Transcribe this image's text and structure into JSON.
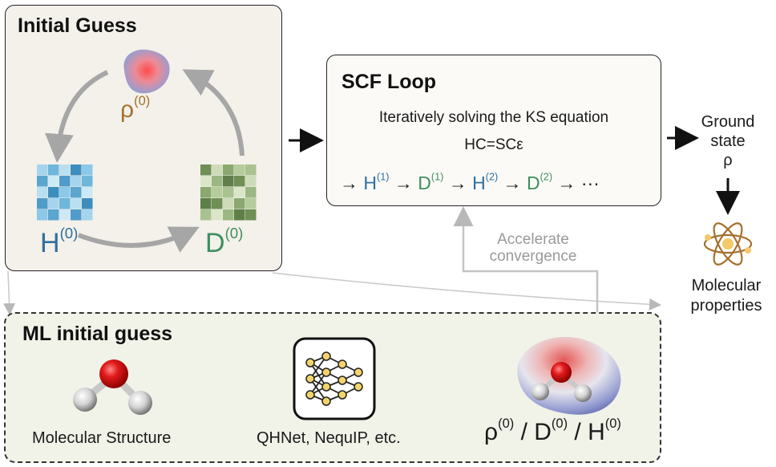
{
  "initial_guess": {
    "title": "Initial Guess",
    "rho_label": "ρ",
    "rho_sup": "(0)",
    "h_label": "H",
    "h_sup": "(0)",
    "d_label": "D",
    "d_sup": "(0)"
  },
  "scf": {
    "title": "SCF Loop",
    "description": "Iteratively solving the KS equation",
    "equation": "HC=SCε",
    "sequence": [
      {
        "base": "H",
        "sup": "(1)"
      },
      {
        "base": "D",
        "sup": "(1)"
      },
      {
        "base": "H",
        "sup": "(2)"
      },
      {
        "base": "D",
        "sup": "(2)"
      }
    ],
    "ellipsis": "···"
  },
  "ground_state": {
    "line1": "Ground",
    "line2": "state",
    "line3": "ρ"
  },
  "molecular_properties": {
    "line1": "Molecular",
    "line2": "properties"
  },
  "accelerate": {
    "line1": "Accelerate",
    "line2": "convergence"
  },
  "ml": {
    "title": "ML initial guess",
    "structure_label": "Molecular Structure",
    "model_label": "QHNet, NequIP, etc.",
    "output_label": "ρ(0) / D(0) / H(0)",
    "output_parts": [
      {
        "base": "ρ",
        "sup": "(0)"
      },
      {
        "base": " / D",
        "sup": "(0)"
      },
      {
        "base": " / H",
        "sup": "(0)"
      }
    ]
  },
  "colors": {
    "h_blue": "#2f6f9f",
    "d_green": "#3e8f60",
    "rho_brown": "#a5702d",
    "gray_arrow": "#a8a8a8"
  }
}
